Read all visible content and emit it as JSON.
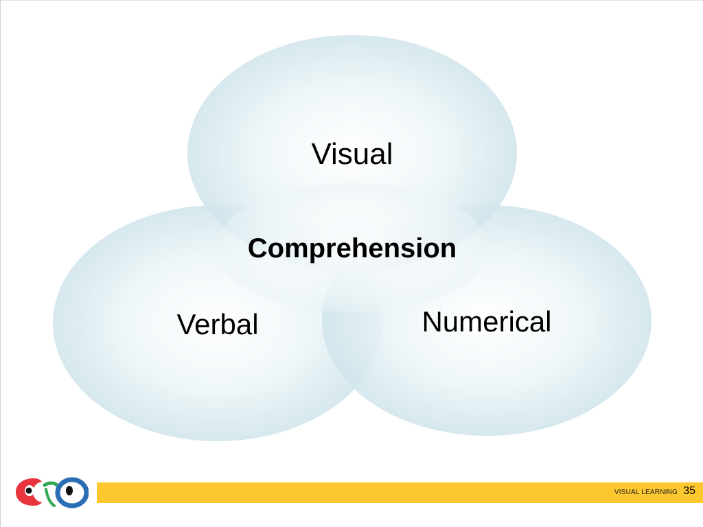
{
  "diagram": {
    "circles": [
      {
        "name": "top",
        "label": "Visual"
      },
      {
        "name": "left",
        "label": "Verbal"
      },
      {
        "name": "right",
        "label": "Numerical"
      }
    ],
    "center_label": "Comprehension",
    "colors": {
      "circle_edge": "#d4e8ee",
      "circle_center": "#ffffff",
      "text": "#000000"
    }
  },
  "footer": {
    "title": "VISUAL LEARNING",
    "page_number": "35",
    "bar_color": "#fcc72f"
  },
  "logo": {
    "icon": "visual-learning-logo-icon",
    "colors": {
      "red": "#e8343c",
      "green": "#31a850",
      "blue": "#2a6eb5"
    }
  }
}
